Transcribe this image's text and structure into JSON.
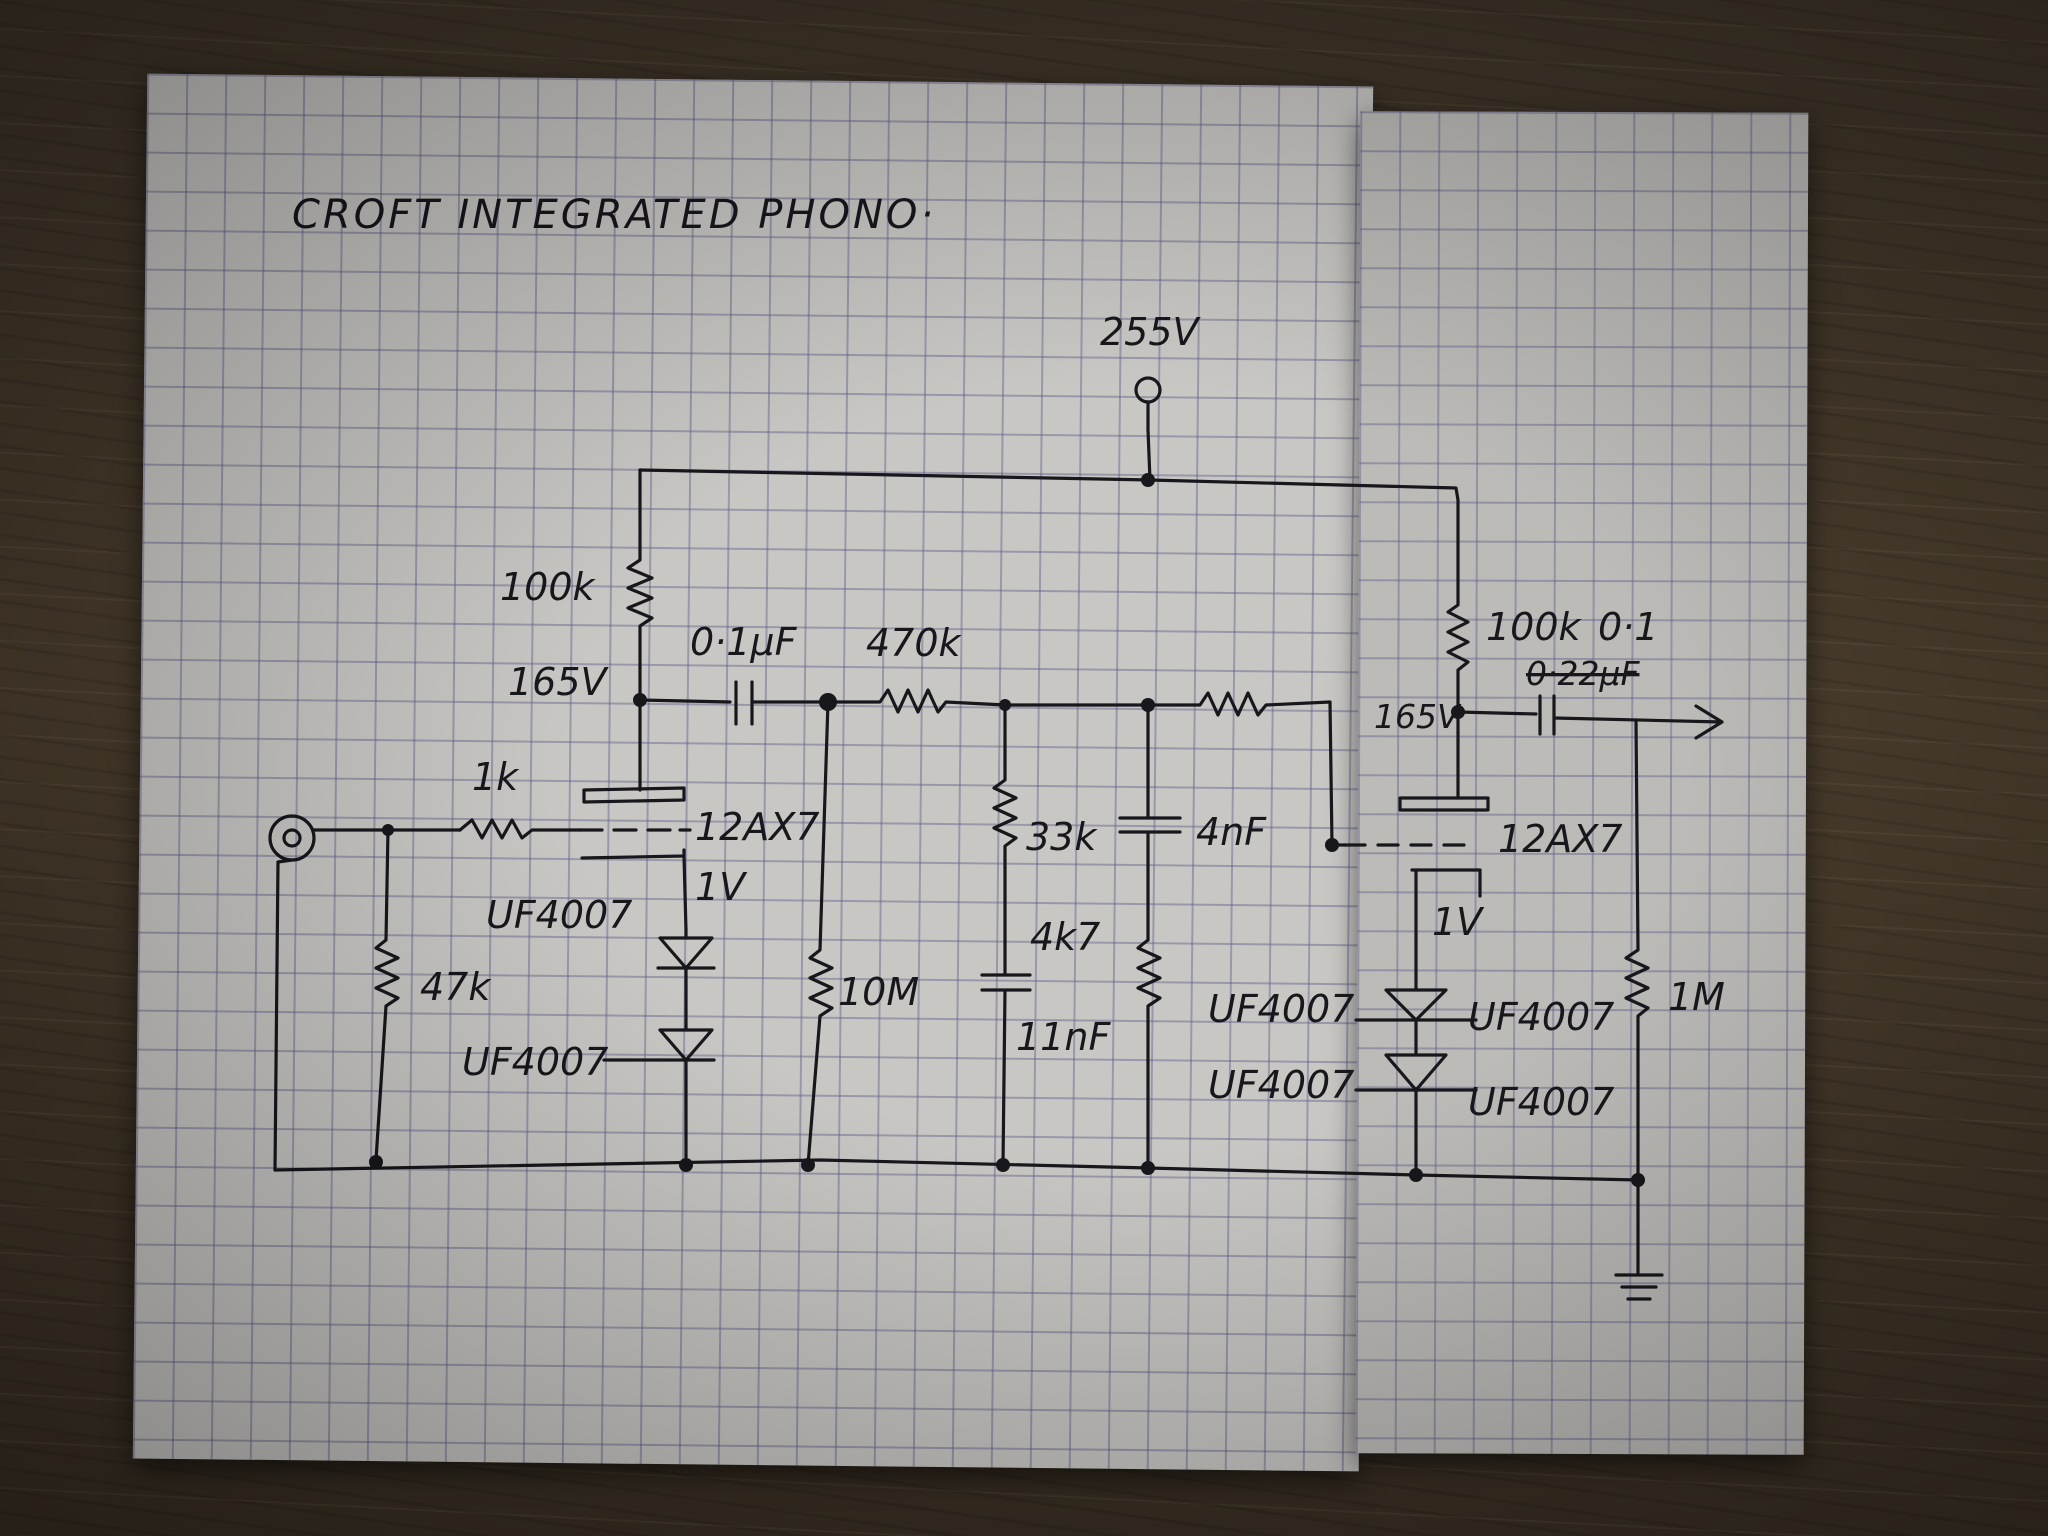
{
  "title": "CROFT INTEGRATED PHONO·",
  "supply": {
    "voltage": "255V"
  },
  "stage1": {
    "plate_resistor": "100k",
    "plate_voltage": "165V",
    "grid_resistor": "1k",
    "input_resistor": "47k",
    "tube": "12AX7",
    "cathode_voltage": "1V",
    "cathode_diode_top": "UF4007",
    "cathode_diode_bottom": "UF4007"
  },
  "coupling": {
    "cap": "0·1μF",
    "series_resistor": "470k",
    "grid_leak": "10M"
  },
  "riaa": {
    "shunt_resistor": "33k",
    "resistor_4k7": "4k7",
    "cap_11nF": "11nF",
    "cap_4nF": "4nF"
  },
  "stage2": {
    "plate_resistor": "100k",
    "output_cap": "0·1",
    "output_cap_struck": "0·22μF",
    "plate_voltage": "165V",
    "tube": "12AX7",
    "cathode_voltage": "1V",
    "diode_left_top": "UF4007",
    "diode_right_top": "UF4007",
    "diode_left_bottom": "UF4007",
    "diode_right_bottom": "UF4007",
    "output_resistor": "1M"
  }
}
